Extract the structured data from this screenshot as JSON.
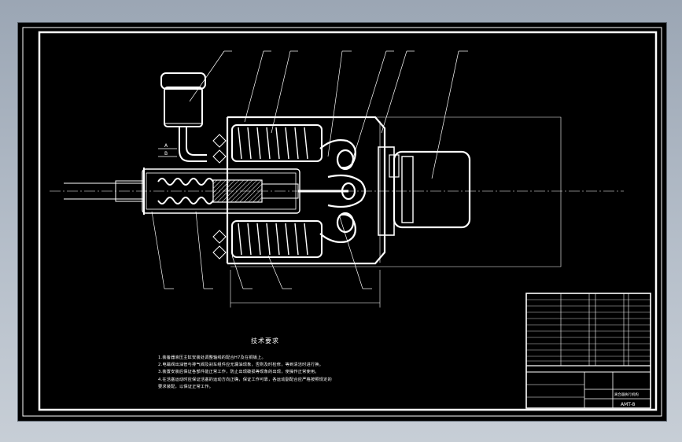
{
  "drawing": {
    "technical_requirements_title": "技术要求",
    "technical_requirements": [
      "1.装备器液压主缸安装处调整轴线的配合H7及在铜钣上。",
      "2.电磁阀出油管与排气阀及刹车组件应无漏油现象，否则及时检修，等到清洁时进行换。",
      "3.装置安装后保证各部件能正常工作，防止出现破损等现象的出现，使操作正常使用。",
      "4.在活塞运动时应保证活塞的运动方向正确，保证工作可靠，各运动副配合应严格按照规定的",
      "  要求装配，以保证正常工作。"
    ],
    "balloon_labels": [
      "A",
      "B"
    ],
    "title_block": {
      "drawing_name": "离合器执行机构",
      "drawing_number": "AMT-8"
    }
  },
  "colors": {
    "background": "#000000",
    "lines": "#ffffff",
    "frame_chrome": "#9ba6b4"
  }
}
